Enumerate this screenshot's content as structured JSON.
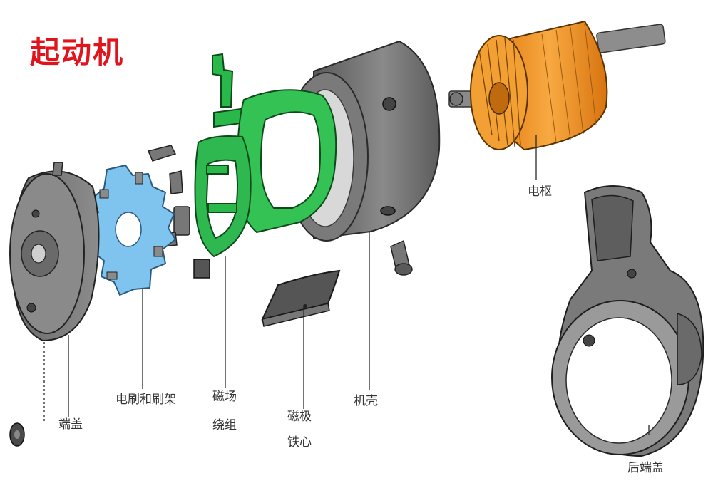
{
  "title": "起动机",
  "labels": {
    "armature": "电枢",
    "end_cover": "端盖",
    "brush_holder": "电刷和刷架",
    "field_coil_line1": "磁场",
    "field_coil_line2": "绕组",
    "pole_core_line1": "磁极",
    "pole_core_line2": "铁心",
    "housing": "机壳",
    "rear_end_cover": "后端盖"
  },
  "colors": {
    "title": "#e0141c",
    "armature": "#f49a2a",
    "brush_holder": "#7fc4ee",
    "field_coil": "#2bb84a",
    "metal": "#6f6f6f"
  }
}
